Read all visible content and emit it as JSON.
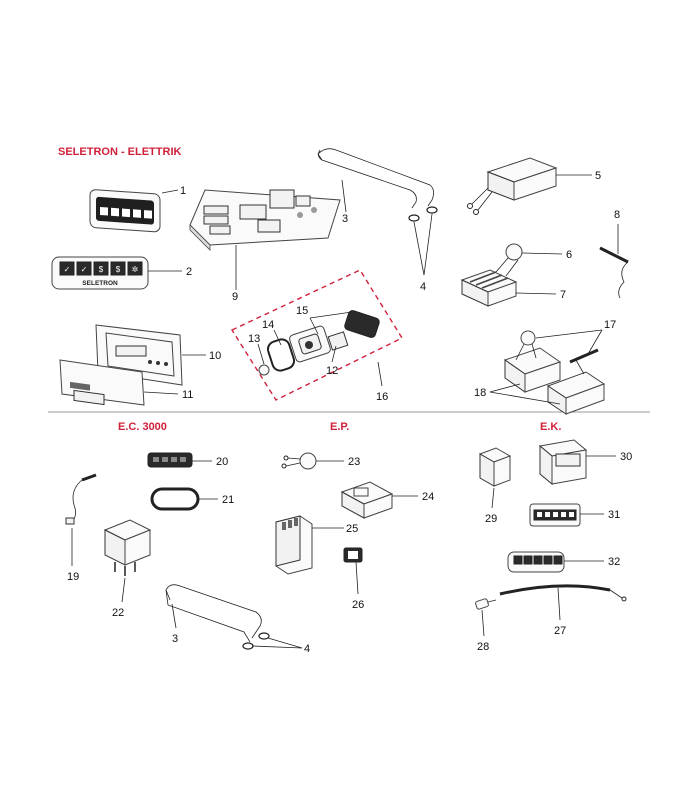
{
  "sections": {
    "top_title": "SELETRON - ELETTRIK",
    "ec3000": "E.C. 3000",
    "ep": "E.P.",
    "ek": "E.K."
  },
  "panel_text": {
    "seletron_small": "SELETRON",
    "seletron_large": "SELETRON"
  },
  "labels": {
    "n1": "1",
    "n2": "2",
    "n3": "3",
    "n4": "4",
    "n5": "5",
    "n6": "6",
    "n7": "7",
    "n8": "8",
    "n9": "9",
    "n10": "10",
    "n11": "11",
    "n12": "12",
    "n13": "13",
    "n14": "14",
    "n15": "15",
    "n16": "16",
    "n17": "17",
    "n18": "18",
    "n19": "19",
    "n20": "20",
    "n21": "21",
    "n22": "22",
    "n23": "23",
    "n24": "24",
    "n25": "25",
    "n26": "26",
    "n27": "27",
    "n28": "28",
    "n29": "29",
    "n30": "30",
    "n31": "31",
    "n32": "32",
    "n3b": "3",
    "n4b": "4"
  },
  "colors": {
    "section_title": "#d0213a",
    "dashed_group": "#d0213a",
    "divider": "#999999",
    "line": "#222222"
  }
}
